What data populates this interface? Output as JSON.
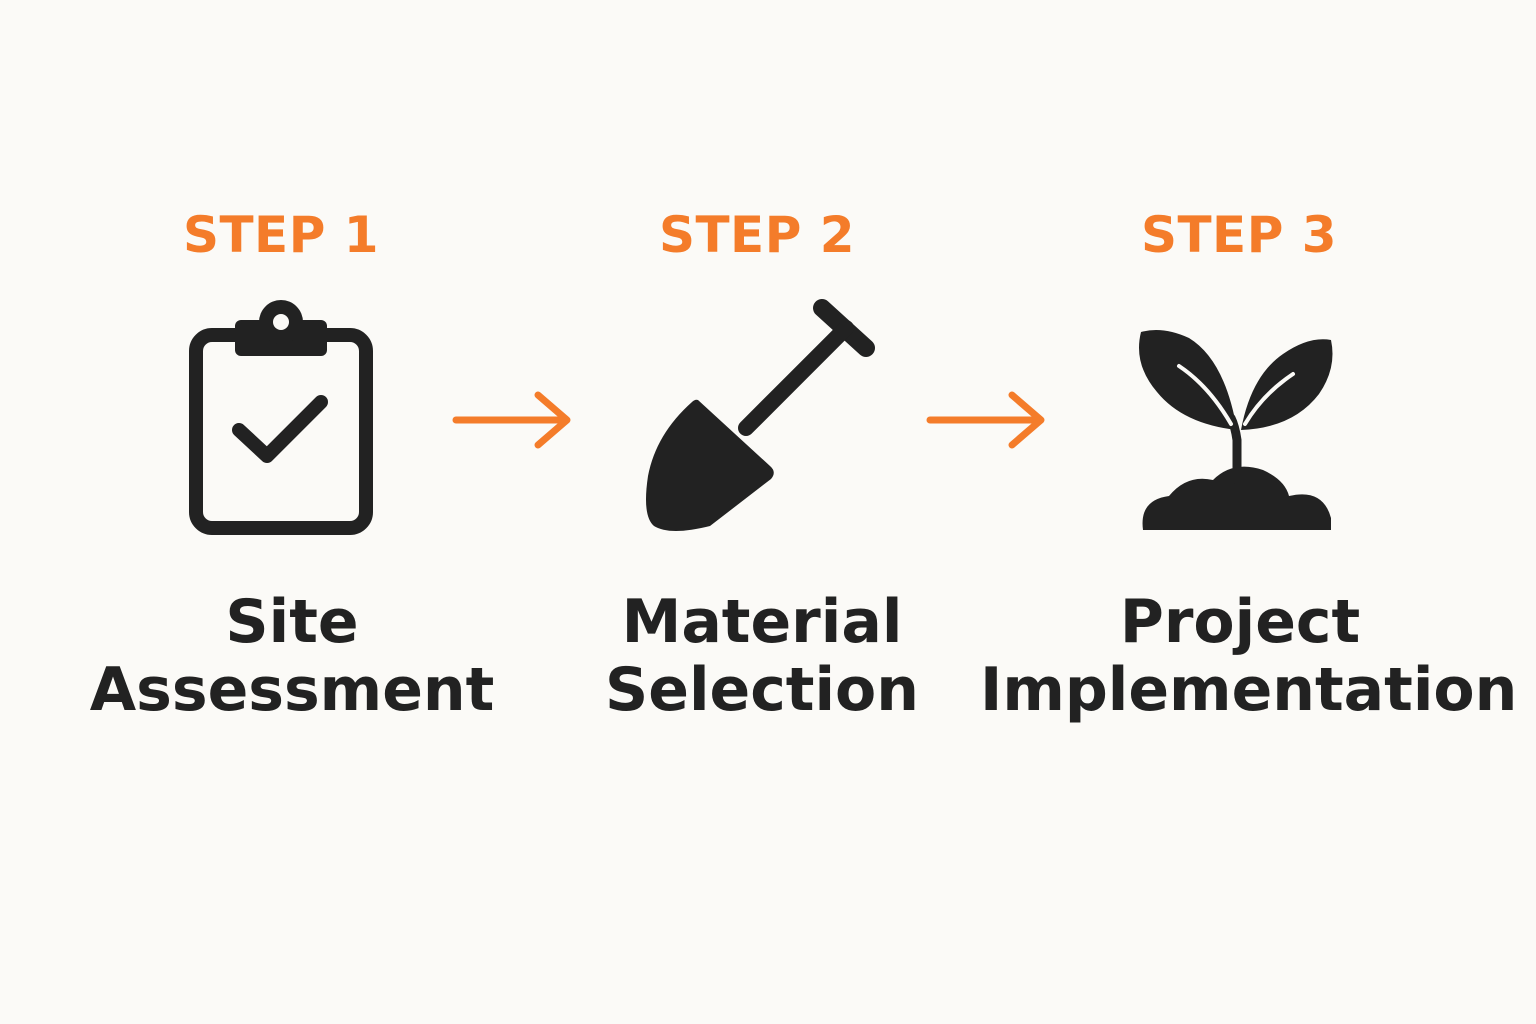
{
  "colors": {
    "background": "#fbfaf7",
    "accent": "#f47c2a",
    "icon": "#222222",
    "text": "#222222"
  },
  "steps": [
    {
      "label": "STEP 1",
      "title_line1": "Site",
      "title_line2": "Assessment",
      "icon": "clipboard-check-icon"
    },
    {
      "label": "STEP 2",
      "title_line1": "Material",
      "title_line2": "Selection",
      "icon": "shovel-icon"
    },
    {
      "label": "STEP 3",
      "title_line1": "Project",
      "title_line2": "Implementation",
      "icon": "sprout-icon"
    }
  ],
  "connectors": [
    {
      "icon": "arrow-right-icon"
    },
    {
      "icon": "arrow-right-icon"
    }
  ]
}
